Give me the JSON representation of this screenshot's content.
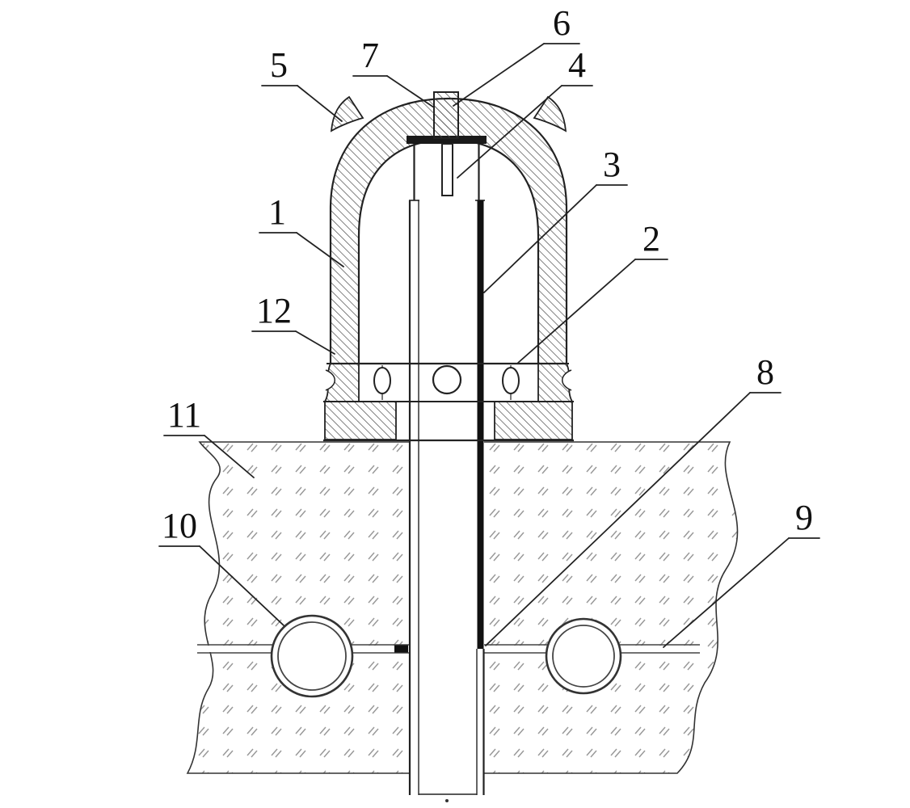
{
  "figure": {
    "labels": [
      {
        "text": "1"
      },
      {
        "text": "2"
      },
      {
        "text": "3"
      },
      {
        "text": "4"
      },
      {
        "text": "5"
      },
      {
        "text": "6"
      },
      {
        "text": "7"
      },
      {
        "text": "8"
      },
      {
        "text": "9"
      },
      {
        "text": "10"
      },
      {
        "text": "11"
      },
      {
        "text": "12"
      }
    ],
    "colors": {
      "line": "#1a1a1a",
      "hatch": "#4a4a4a",
      "ground_mark": "#999999",
      "background": "#ffffff"
    }
  }
}
